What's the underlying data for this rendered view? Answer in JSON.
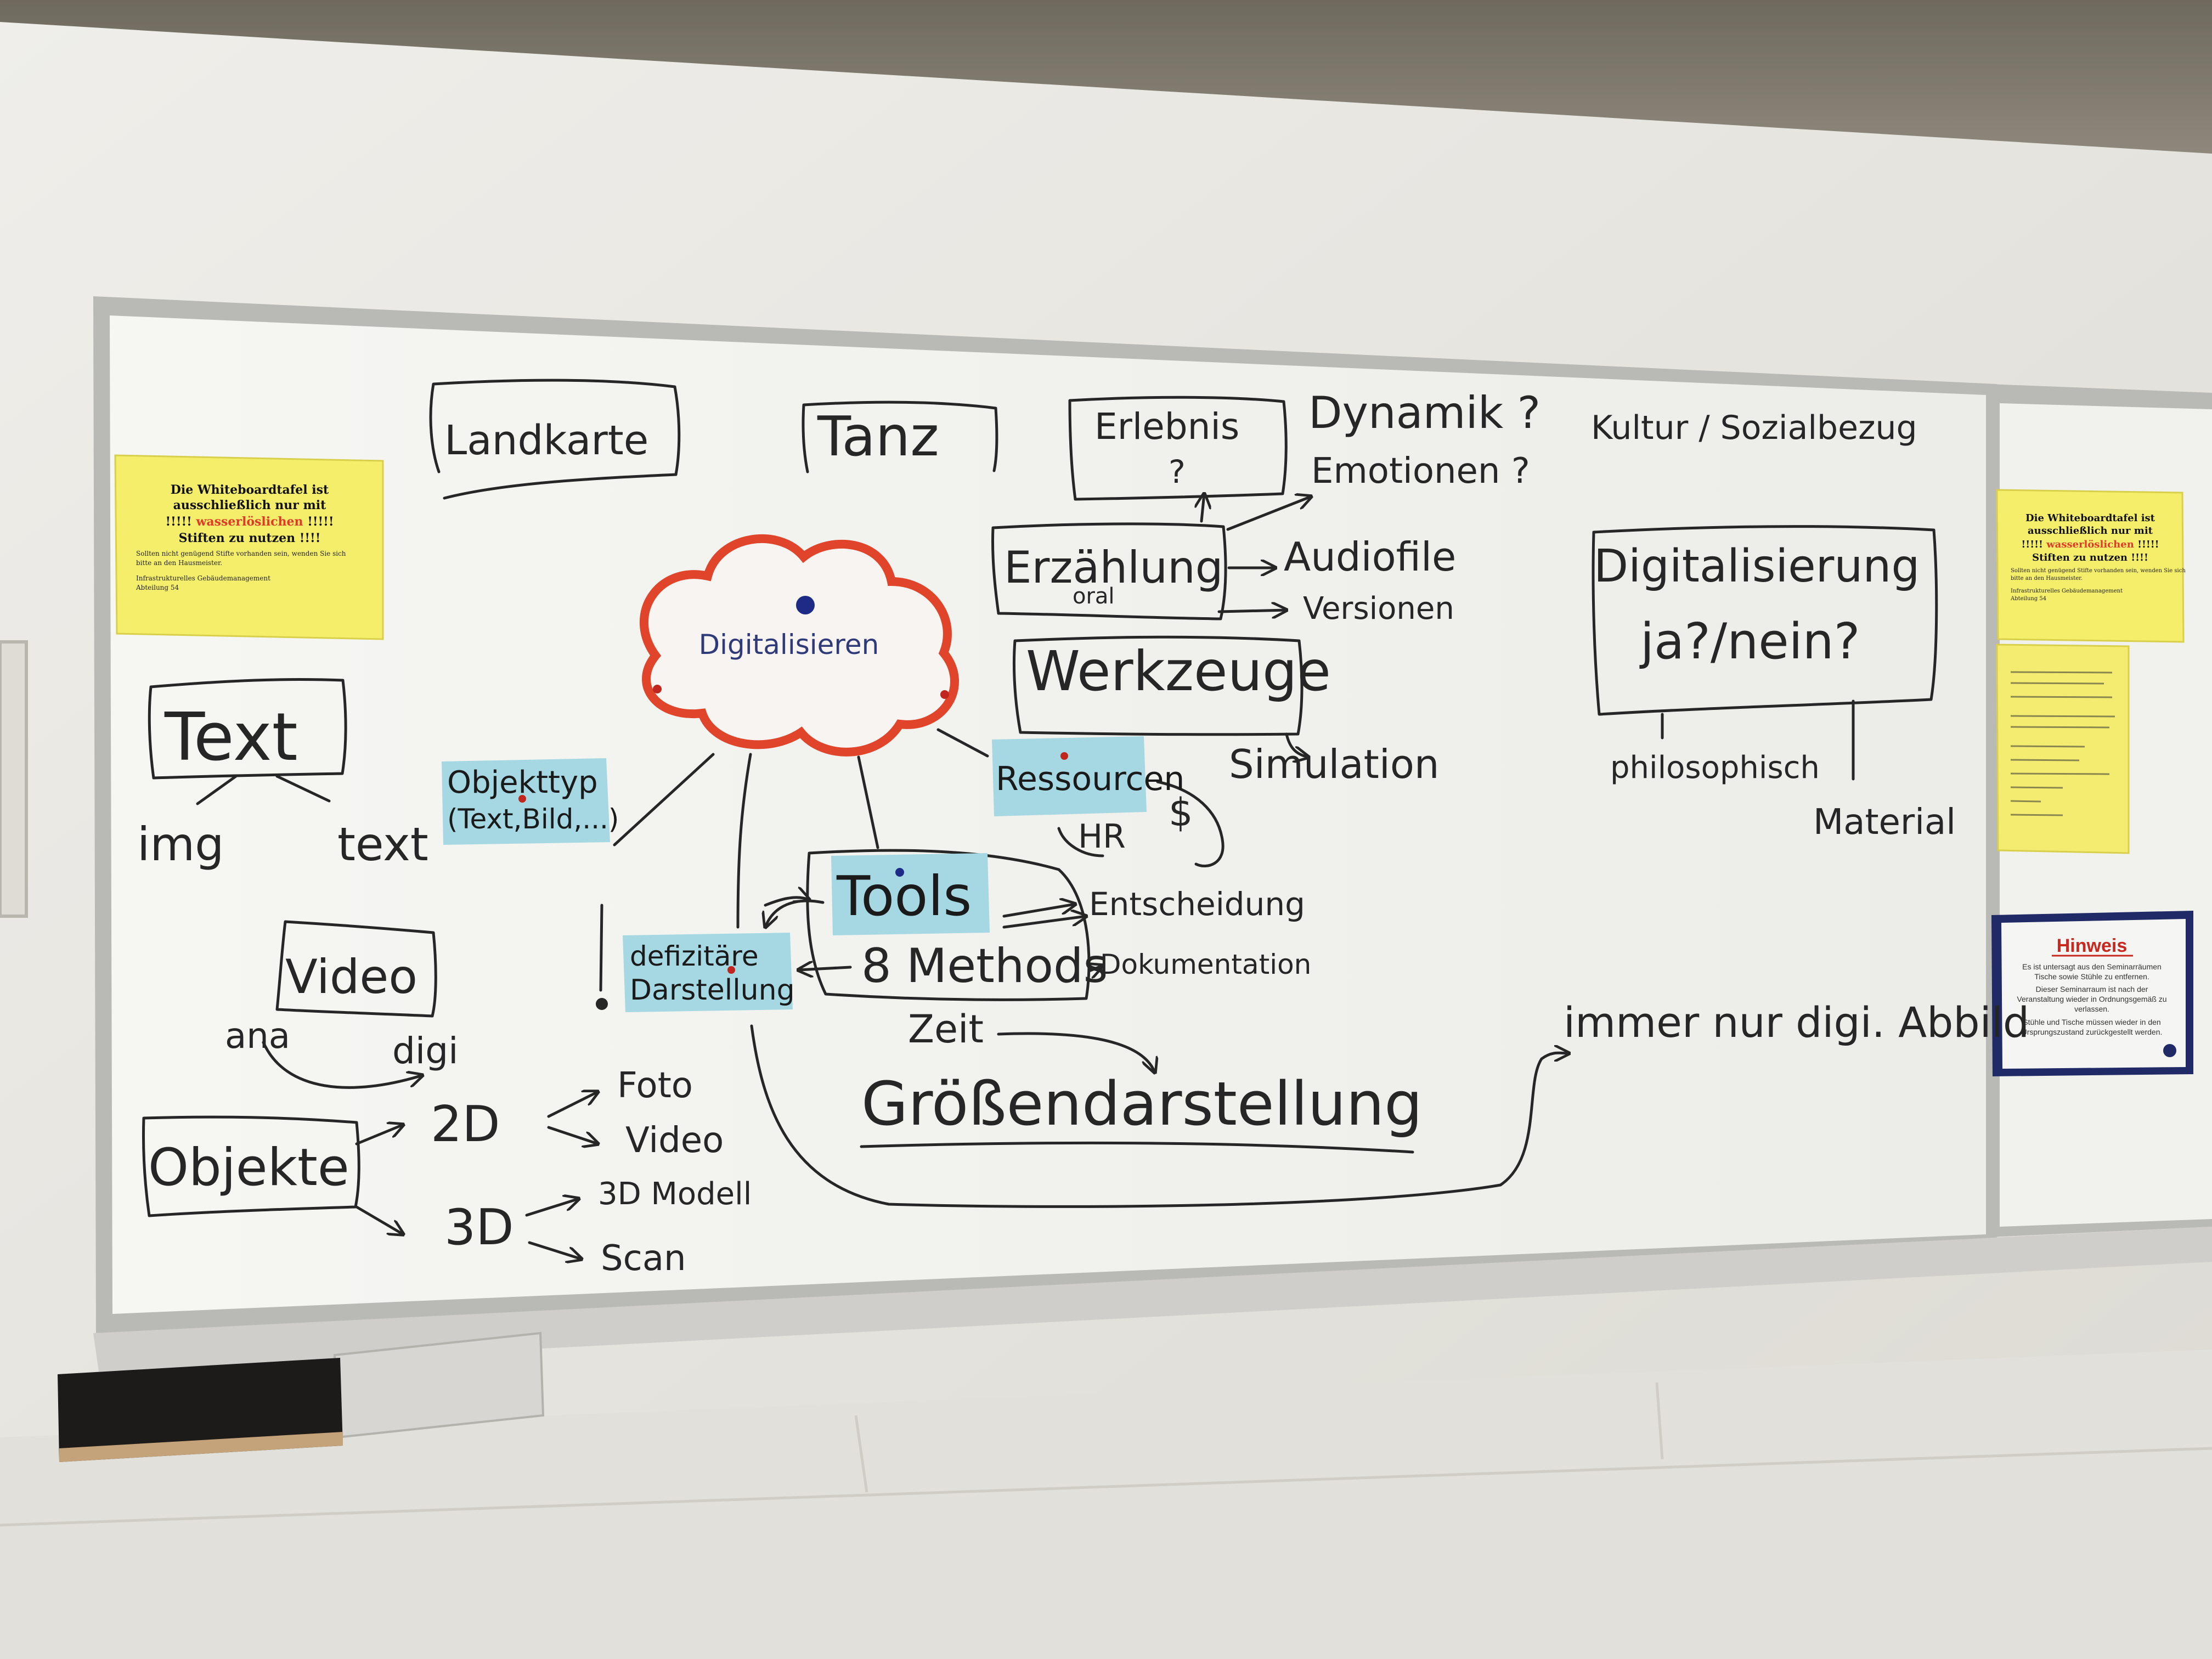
{
  "whiteboard": {
    "boxed": {
      "landkarte": "Landkarte",
      "tanz": "Tanz",
      "erlebnis": "Erlebnis",
      "erlebnis_q": "?",
      "erzaehlung": "Erzählung",
      "oral": "oral",
      "werkzeuge": "Werkzeuge",
      "digitalisierung": "Digitalisierung",
      "ja_nein": "ja?/nein?",
      "text": "Text",
      "video": "Video",
      "objekte": "Objekte"
    },
    "plain": {
      "dynamik": "Dynamik ?",
      "emotionen": "Emotionen ?",
      "kultur": "Kultur / Sozialbezug",
      "audiofile": "Audiofile",
      "versionen": "Versionen",
      "simulation": "Simulation",
      "philosophisch": "philosophisch",
      "material": "Material",
      "img": "img",
      "text_lower": "text",
      "hr": "HR",
      "dollar": "$",
      "methods": "8 Methods",
      "entscheidung": "Entscheidung",
      "dokumentation": "Dokumentation",
      "zeit": "Zeit",
      "groessen": "Größendarstellung",
      "immer": "immer nur digi. Abbild",
      "ana": "ana",
      "digi": "digi",
      "two_d": "2D",
      "three_d": "3D",
      "foto": "Foto",
      "video_lower": "Video",
      "modell": "3D Modell",
      "scan": "Scan",
      "excl": "!"
    },
    "cloud_label": "Digitalisieren",
    "notes": {
      "objekttyp_1": "Objekttyp",
      "objekttyp_2": "(Text,Bild,...)",
      "ressourcen": "Ressourcen",
      "tools": "Tools",
      "defizitaere_1": "defizitäre",
      "defizitaere_2": "Darstellung"
    }
  },
  "signs": {
    "left": {
      "line1": "Die Whiteboardtafel ist",
      "line2": "ausschließlich nur mit",
      "line3_pre": "!!!!! ",
      "line3_hl": "wasserlöslichen",
      "line3_post": " !!!!!",
      "line4": "Stiften zu nutzen !!!!",
      "line5": "Sollten nicht genügend Stifte vorhanden sein, wenden Sie sich",
      "line6": "bitte an den Hausmeister.",
      "line7": "Infrastrukturelles Gebäudemanagement",
      "line8": "Abteilung 54"
    },
    "right": {
      "line1": "Die Whiteboardtafel ist",
      "line2": "ausschließlich nur mit",
      "line3_pre": "!!!!! ",
      "line3_hl": "wasserlöslichen",
      "line3_post": " !!!!!",
      "line4": "Stiften zu nutzen !!!!",
      "line5": "Sollten nicht genügend Stifte vorhanden sein, wenden Sie sich",
      "line6": "bitte an den Hausmeister.",
      "line7": "Infrastrukturelles Gebäudemanagement",
      "line8": "Abteilung 54"
    },
    "hinweis": {
      "title": "Hinweis",
      "line1": "Es ist untersagt aus den Seminarräumen",
      "line2": "Tische sowie Stühle zu entfernen.",
      "line3": "Dieser Seminarraum ist nach der",
      "line4": "Veranstaltung wieder in Ordnungsgemäß zu",
      "line5": "verlassen.",
      "line6": "Stühle und Tische müssen wieder in den",
      "line7": "Ursprungszustand zurückgestellt werden."
    }
  },
  "colors": {
    "wall": "#e6e4de",
    "board": "#f4f4f1",
    "ink": "#262626",
    "cloud_outline": "#e0442a",
    "note_blue": "#a5d8e3",
    "sign_yellow": "#f5ee6a",
    "highlight_red": "#e03a2a"
  }
}
